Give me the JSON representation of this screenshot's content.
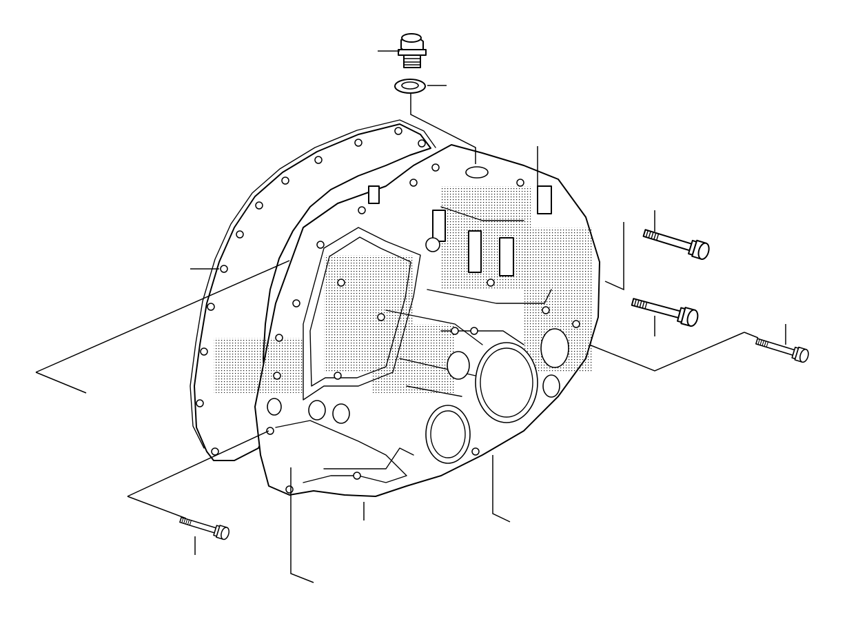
{
  "diagram": {
    "kind": "exploded-parts-illustration",
    "subject_icon": "transaxle-case-icon",
    "colors": {
      "line": "#000000",
      "background": "#ffffff",
      "shading": "#000000"
    },
    "parts": [
      {
        "id": "drain-plug",
        "label": ""
      },
      {
        "id": "sealing-washer",
        "label": ""
      },
      {
        "id": "case-gasket",
        "label": ""
      },
      {
        "id": "transmission-case",
        "label": ""
      },
      {
        "id": "case-bolt-right-upper",
        "label": ""
      },
      {
        "id": "case-bolt-right-middle",
        "label": ""
      },
      {
        "id": "case-bolt-right-lower",
        "label": ""
      },
      {
        "id": "case-bolt-left-lower",
        "label": ""
      },
      {
        "id": "dowel-pin",
        "label": ""
      },
      {
        "id": "oil-seal",
        "label": ""
      }
    ]
  }
}
